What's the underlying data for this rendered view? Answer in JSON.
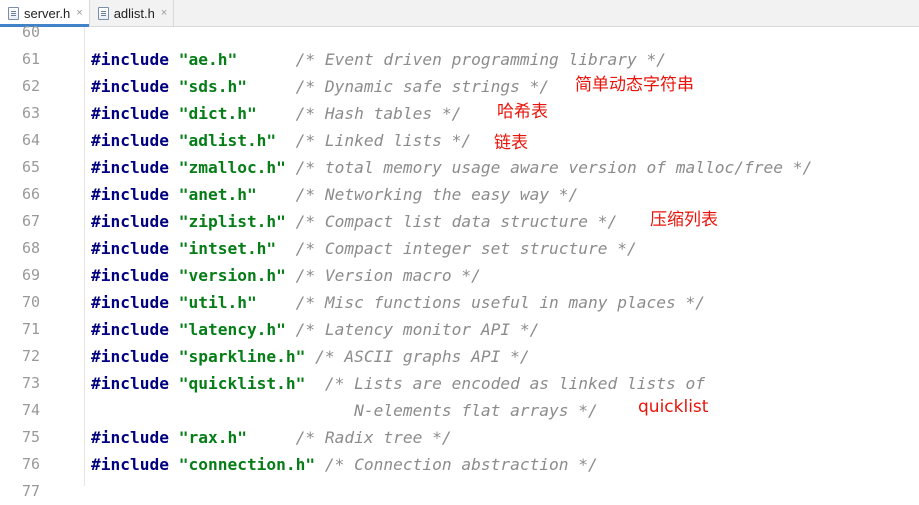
{
  "tabs": [
    {
      "label": "server.h",
      "close": "×",
      "active": true
    },
    {
      "label": "adlist.h",
      "close": "×",
      "active": false
    }
  ],
  "gutter": {
    "line_numbers": [
      "60",
      "61",
      "62",
      "63",
      "64",
      "65",
      "66",
      "67",
      "68",
      "69",
      "70",
      "71",
      "72",
      "73",
      "74",
      "75",
      "76",
      "77"
    ]
  },
  "code": [
    {
      "kw": "",
      "str": "",
      "cmt": ""
    },
    {
      "kw": "#include ",
      "str": "\"ae.h\"      ",
      "cmt": "/* Event driven programming library */"
    },
    {
      "kw": "#include ",
      "str": "\"sds.h\"     ",
      "cmt": "/* Dynamic safe strings */"
    },
    {
      "kw": "#include ",
      "str": "\"dict.h\"    ",
      "cmt": "/* Hash tables */"
    },
    {
      "kw": "#include ",
      "str": "\"adlist.h\"  ",
      "cmt": "/* Linked lists */"
    },
    {
      "kw": "#include ",
      "str": "\"zmalloc.h\" ",
      "cmt": "/* total memory usage aware version of malloc/free */"
    },
    {
      "kw": "#include ",
      "str": "\"anet.h\"    ",
      "cmt": "/* Networking the easy way */"
    },
    {
      "kw": "#include ",
      "str": "\"ziplist.h\" ",
      "cmt": "/* Compact list data structure */"
    },
    {
      "kw": "#include ",
      "str": "\"intset.h\"  ",
      "cmt": "/* Compact integer set structure */"
    },
    {
      "kw": "#include ",
      "str": "\"version.h\" ",
      "cmt": "/* Version macro */"
    },
    {
      "kw": "#include ",
      "str": "\"util.h\"    ",
      "cmt": "/* Misc functions useful in many places */"
    },
    {
      "kw": "#include ",
      "str": "\"latency.h\" ",
      "cmt": "/* Latency monitor API */"
    },
    {
      "kw": "#include ",
      "str": "\"sparkline.h\" ",
      "cmt": "/* ASCII graphs API */"
    },
    {
      "kw": "#include ",
      "str": "\"quicklist.h\"  ",
      "cmt": "/* Lists are encoded as linked lists of"
    },
    {
      "kw": "",
      "str": "",
      "cmt": "                           N-elements flat arrays */"
    },
    {
      "kw": "#include ",
      "str": "\"rax.h\"     ",
      "cmt": "/* Radix tree */"
    },
    {
      "kw": "#include ",
      "str": "\"connection.h\" ",
      "cmt": "/* Connection abstraction */"
    },
    {
      "kw": "",
      "str": "",
      "cmt": ""
    }
  ],
  "annotations": {
    "sds": "简单动态字符串",
    "dict": "哈希表",
    "adlist": "链表",
    "ziplist": "压缩列表",
    "quicklist": "quicklist"
  },
  "colors": {
    "keyword": "#000080",
    "string": "#067d17",
    "comment": "#8c8c8c",
    "annotation": "#e8140a",
    "active_tab_underline": "#4083c9"
  }
}
